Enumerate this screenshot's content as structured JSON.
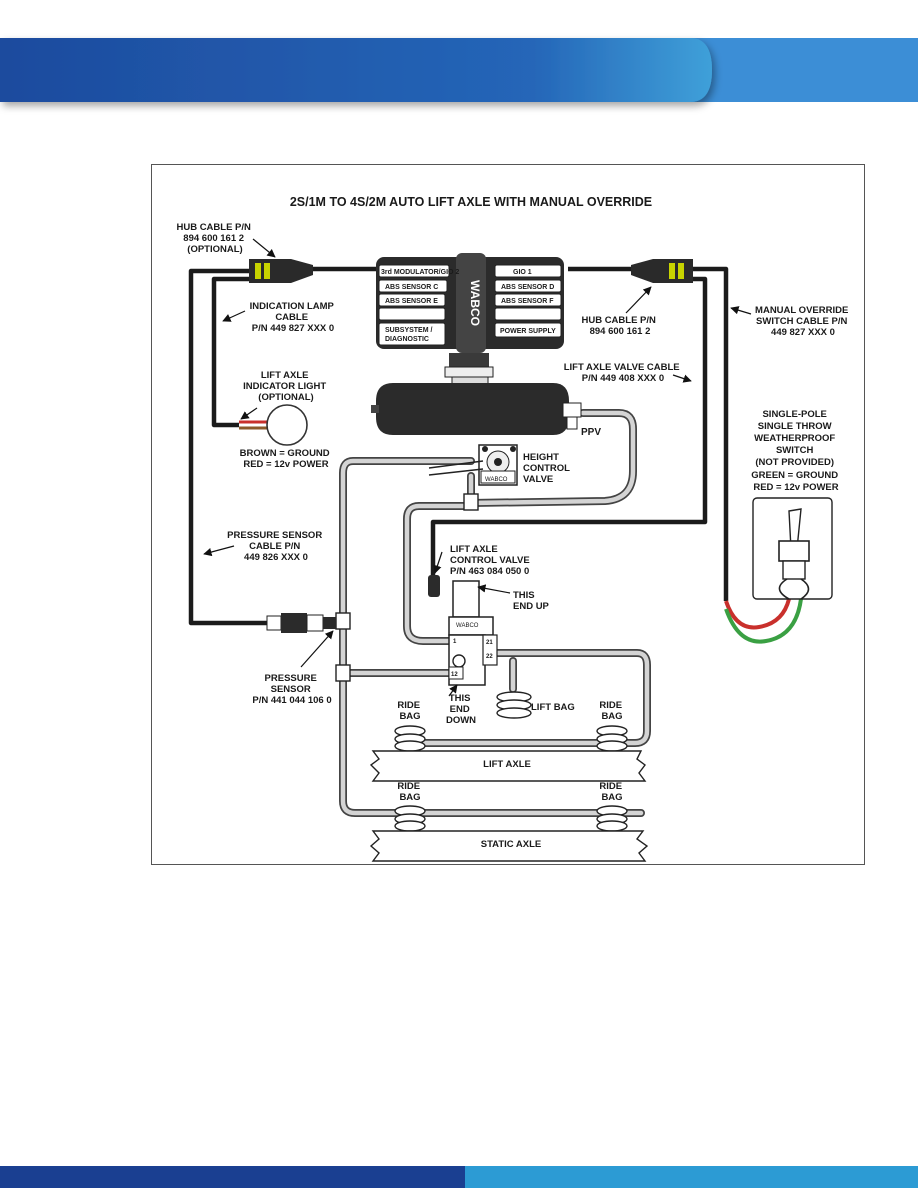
{
  "diagram": {
    "title": "2S/1M TO 4S/2M AUTO LIFT AXLE WITH MANUAL OVERRIDE",
    "labels": {
      "hub_cable_left": [
        "HUB CABLE P/N",
        "894 600 161 2",
        "(OPTIONAL)"
      ],
      "indication_lamp_cable": [
        "INDICATION LAMP",
        "CABLE",
        "P/N 449 827 XXX 0"
      ],
      "lift_axle_indicator": [
        "LIFT AXLE",
        "INDICATOR LIGHT",
        "(OPTIONAL)"
      ],
      "lamp_wiring": [
        "BROWN = GROUND",
        "RED = 12v POWER"
      ],
      "hub_cable_right": [
        "HUB CABLE P/N",
        "894 600 161 2"
      ],
      "manual_override_cable": [
        "MANUAL OVERRIDE",
        "SWITCH CABLE P/N",
        "449 827 XXX 0"
      ],
      "lift_axle_valve_cable": [
        "LIFT AXLE VALVE CABLE",
        "P/N 449 408 XXX 0"
      ],
      "switch": [
        "SINGLE-POLE",
        "SINGLE THROW",
        "WEATHERPROOF",
        "SWITCH",
        "(NOT PROVIDED)",
        "GREEN = GROUND",
        "RED = 12v POWER"
      ],
      "ppv": "PPV",
      "height_control_valve": [
        "HEIGHT",
        "CONTROL",
        "VALVE"
      ],
      "pressure_sensor_cable": [
        "PRESSURE SENSOR",
        "CABLE P/N",
        "449 826 XXX 0"
      ],
      "lift_axle_control_valve": [
        "LIFT AXLE",
        "CONTROL VALVE",
        "P/N 463 084 050 0"
      ],
      "this_end_up": [
        "THIS",
        "END UP"
      ],
      "pressure_sensor": [
        "PRESSURE",
        "SENSOR",
        "P/N 441 044 106 0"
      ],
      "this_end_down": [
        "THIS",
        "END",
        "DOWN"
      ],
      "lift_bag": "LIFT BAG",
      "ride_bag": [
        "RIDE",
        "BAG"
      ],
      "lift_axle": "LIFT AXLE",
      "static_axle": "STATIC AXLE"
    },
    "ecu": {
      "left_ports": [
        "3rd MODULATOR/GIO 2",
        "ABS SENSOR C",
        "ABS SENSOR E",
        "",
        "SUBSYSTEM /",
        "DIAGNOSTIC"
      ],
      "right_ports": [
        "GIO 1",
        "ABS SENSOR D",
        "ABS SENSOR F",
        "",
        "POWER SUPPLY"
      ],
      "brand": "WABCO"
    },
    "valve_brand": "WABCO",
    "port_labels": [
      "21",
      "22",
      "12",
      "1"
    ]
  },
  "colors": {
    "header_blue": "#1f4fa3",
    "header_light": "#3e8fd6",
    "footer_dark": "#1a3f91",
    "footer_light": "#2c9bd4"
  }
}
